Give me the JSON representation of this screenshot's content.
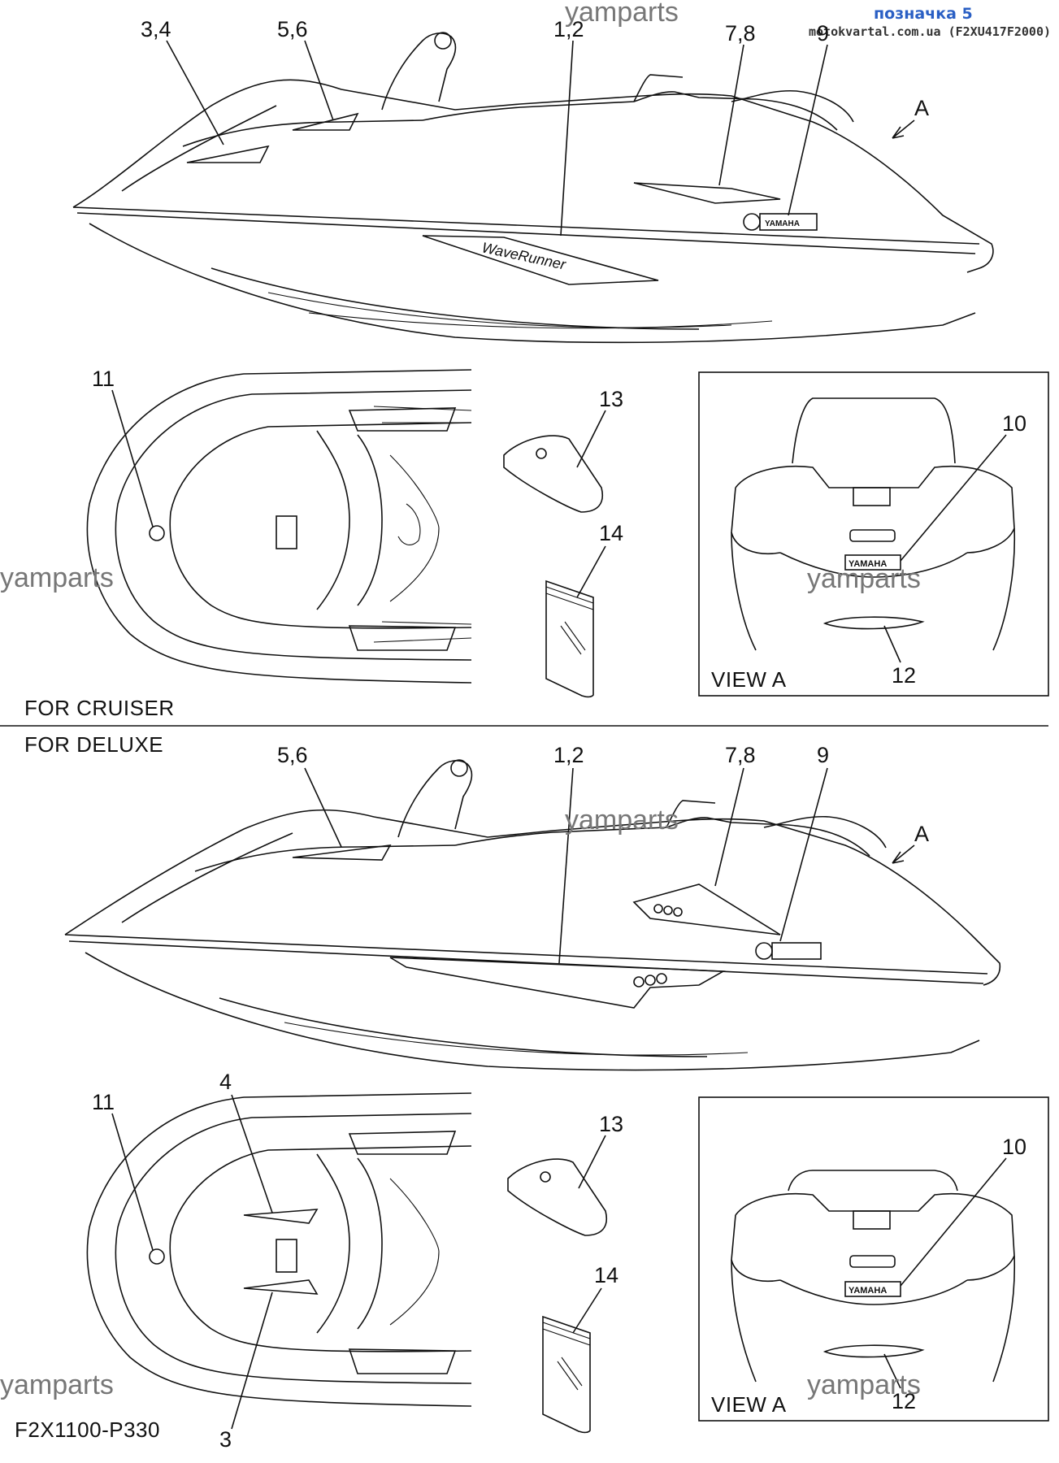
{
  "header": {
    "title": "позначка 5",
    "source": "motokvartal.com.ua (F2XU417F2000)"
  },
  "watermark": "yamparts",
  "drawing_code": "F2X1100-P330",
  "sections": {
    "cruiser": "FOR CRUISER",
    "deluxe": "FOR DELUXE"
  },
  "view_label": "VIEW A",
  "view_arrow": "A",
  "brand_badge": "YAMAHA",
  "hull_graphic": "WaveRunner",
  "callouts": {
    "top": [
      "3,4",
      "5,6",
      "1,2",
      "7,8",
      "9"
    ],
    "cruiser_detail": [
      "11",
      "13",
      "14",
      "10",
      "12"
    ],
    "deluxe_top": [
      "5,6",
      "1,2",
      "7,8",
      "9"
    ],
    "deluxe_detail": [
      "11",
      "4",
      "3",
      "13",
      "14",
      "10",
      "12"
    ]
  },
  "colors": {
    "header_title": "#2a5fc4",
    "lines": "#111111",
    "watermark": "#777777"
  }
}
